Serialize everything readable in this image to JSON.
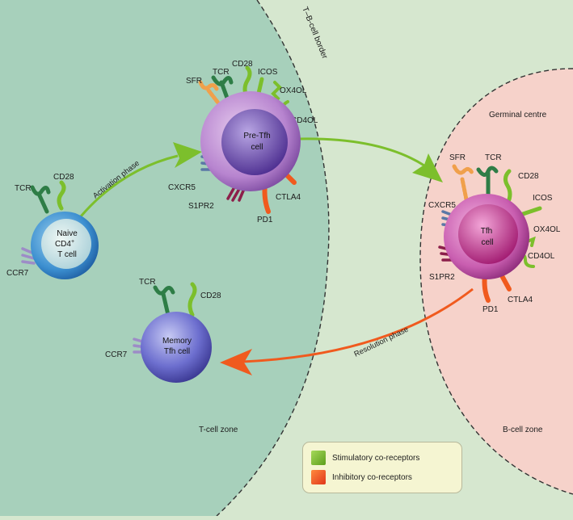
{
  "zones": {
    "border_label": "T–B-cell border",
    "germinal_label": "Germinal centre",
    "t_zone": "T-cell zone",
    "b_zone": "B-cell zone"
  },
  "phases": {
    "activation": "Activation phase",
    "resolution": "Resolution phase"
  },
  "cells": {
    "naive": {
      "line1": "Naive",
      "line2": "CD4",
      "line2_sup": "+",
      "line3": "T cell"
    },
    "pretfh": {
      "line1": "Pre-Tfh",
      "line2": "cell"
    },
    "tfh": {
      "line1": "Tfh",
      "line2": "cell"
    },
    "memory": {
      "line1": "Memory",
      "line2": "Tfh cell"
    }
  },
  "receptors": {
    "naive": {
      "tcr": "TCR",
      "cd28": "CD28",
      "ccr7": "CCR7"
    },
    "pretfh": {
      "tcr": "TCR",
      "cd28": "CD28",
      "icos": "ICOS",
      "sfr": "SFR",
      "ox4ol": "OX4OL",
      "cd4ol": "CD4OL",
      "cxcr5": "CXCR5",
      "s1pr2": "S1PR2",
      "ctla4": "CTLA4",
      "pd1": "PD1"
    },
    "tfh": {
      "sfr": "SFR",
      "tcr": "TCR",
      "cd28": "CD28",
      "icos": "ICOS",
      "cxcr5": "CXCR5",
      "ox4ol": "OX4OL",
      "s1pr2": "S1PR2",
      "cd4ol": "CD4OL",
      "ctla4": "CTLA4",
      "pd1": "PD1"
    },
    "memory": {
      "tcr": "TCR",
      "cd28": "CD28",
      "ccr7": "CCR7"
    }
  },
  "legend": {
    "stimulatory": "Stimulatory co-receptors",
    "inhibitory": "Inhibitory co-receptors"
  },
  "colors": {
    "background": "#d6e7cf",
    "t_zone": "#a7d0bb",
    "germinal": "#f6d2ca",
    "stimulatory": "#7cbf2c",
    "inhibitory": "#f05a1e",
    "tcr": "#2e7d46",
    "cxcr5": "#5b78a6",
    "s1pr2": "#8c1f4a"
  }
}
